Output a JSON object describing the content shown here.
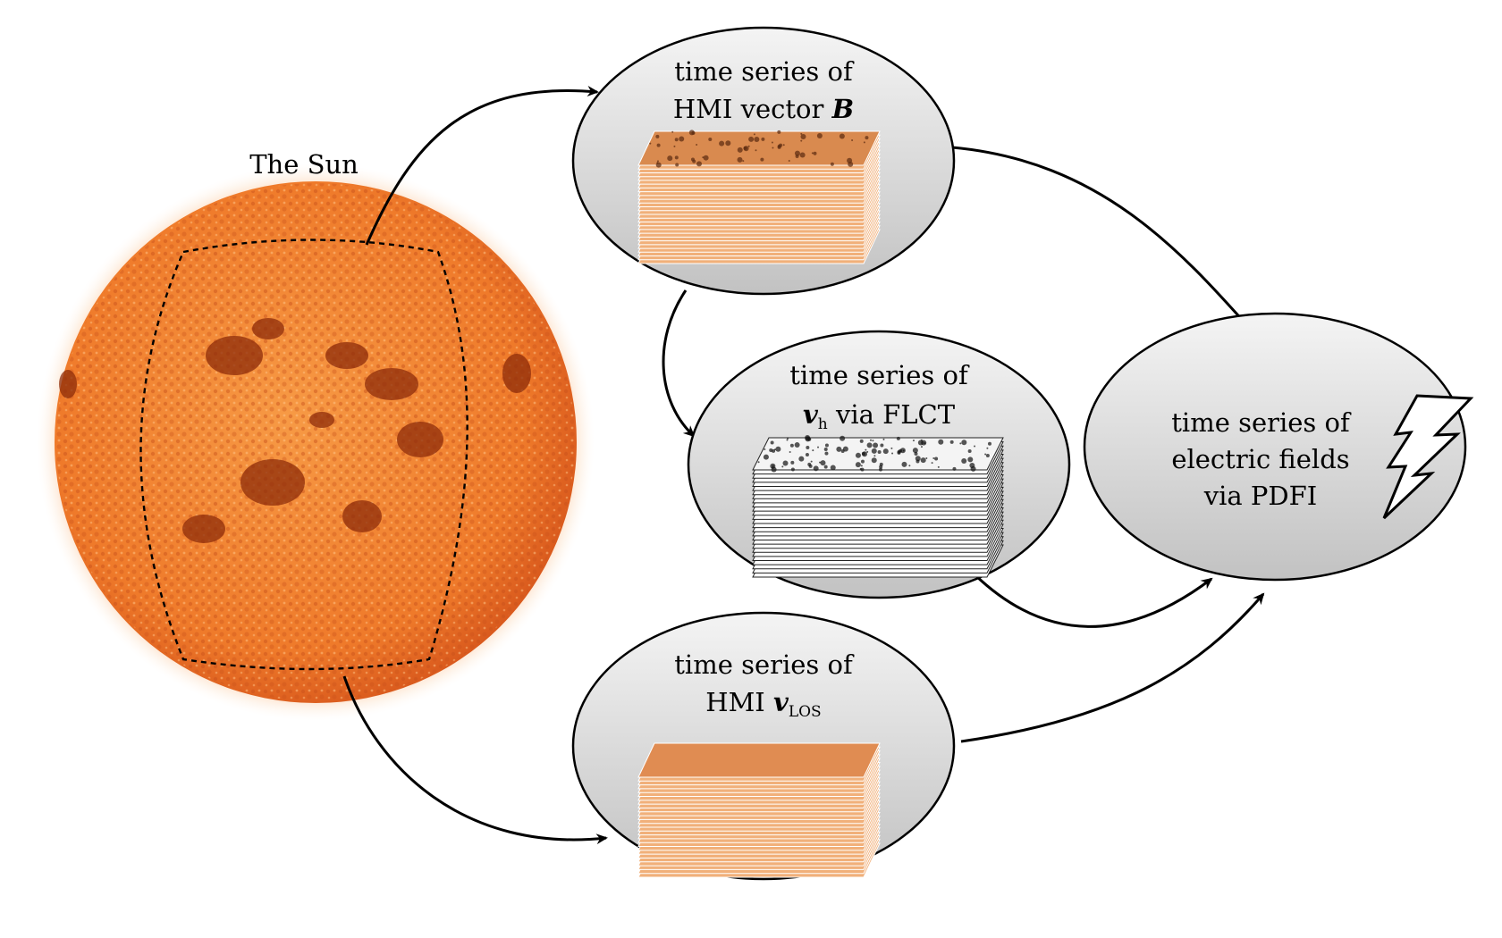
{
  "sun": {
    "title": "The Sun",
    "colors": {
      "core": "#f58a2e",
      "limb": "#d9541a",
      "spot": "#8a2808",
      "corona": "#ffd9b0"
    }
  },
  "nodes": {
    "vector_b": {
      "line1": "time series of",
      "line2_prefix": "HMI vector ",
      "line2_math": "B",
      "stack_style": "orange-magnetogram-stack"
    },
    "flct": {
      "line1": "time series of",
      "line2_math": "v",
      "line2_sub": "h",
      "line2_suffix": " via FLCT",
      "stack_style": "grayscale-velocity-stack"
    },
    "vlos": {
      "line1": "time series of",
      "line2_prefix": "HMI ",
      "line2_math": "v",
      "line2_sub": "LOS",
      "stack_style": "orange-doppler-stack"
    },
    "pdfi": {
      "line1": "time series of",
      "line2": "electric fields",
      "line3": "via PDFI",
      "icon": "lightning-bolt-icon"
    }
  },
  "edges": [
    {
      "from": "sun",
      "to": "vector_b"
    },
    {
      "from": "sun",
      "to": "vlos"
    },
    {
      "from": "vector_b",
      "to": "flct"
    },
    {
      "from": "vector_b",
      "to": "pdfi"
    },
    {
      "from": "flct",
      "to": "pdfi"
    },
    {
      "from": "vlos",
      "to": "pdfi"
    }
  ],
  "colors": {
    "ellipse_top": "#f2f2f2",
    "ellipse_bottom": "#c4c4c4",
    "stroke": "#000000"
  }
}
